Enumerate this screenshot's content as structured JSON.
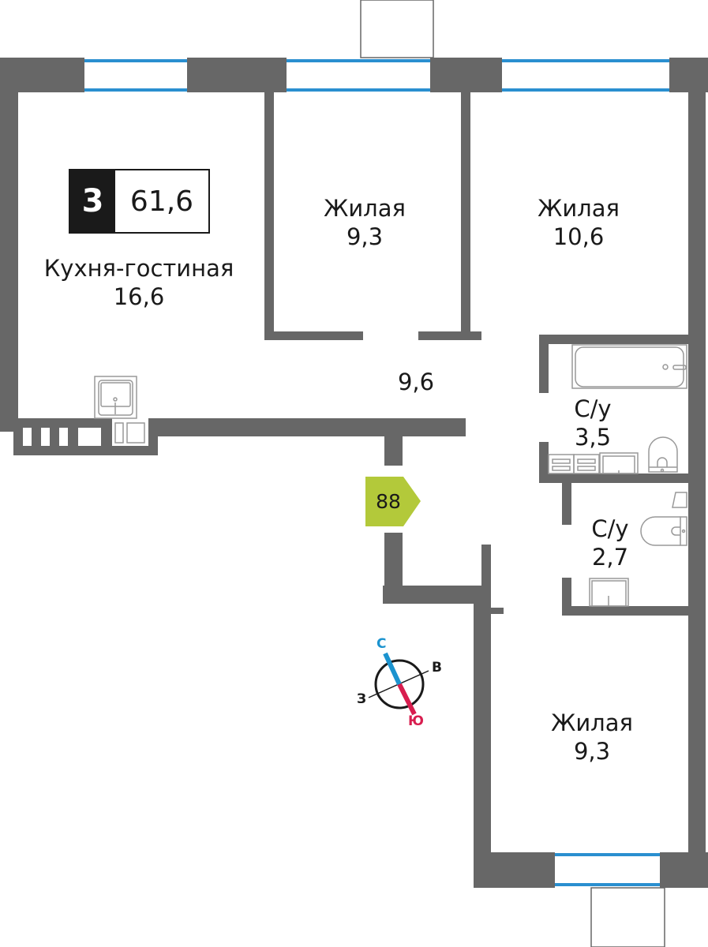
{
  "apartment": {
    "rooms": "3",
    "total_area": "61,6"
  },
  "rooms": [
    {
      "name": "Кухня-гостиная",
      "area": "16,6"
    },
    {
      "name": "Жилая",
      "area": "9,3"
    },
    {
      "name": "Жилая",
      "area": "10,6"
    },
    {
      "name": "",
      "area": "9,6"
    },
    {
      "name": "С/у",
      "area": "3,5"
    },
    {
      "name": "С/у",
      "area": "2,7"
    },
    {
      "name": "Жилая",
      "area": "9,3"
    }
  ],
  "unit_number": "88",
  "compass": {
    "north": "С",
    "east": "В",
    "south": "Ю",
    "west": "З"
  },
  "colors": {
    "wall": "#676767",
    "window": "#2a8fd0",
    "tag": "#b3c93a",
    "north": "#1b93cf",
    "south": "#d81e4f"
  }
}
